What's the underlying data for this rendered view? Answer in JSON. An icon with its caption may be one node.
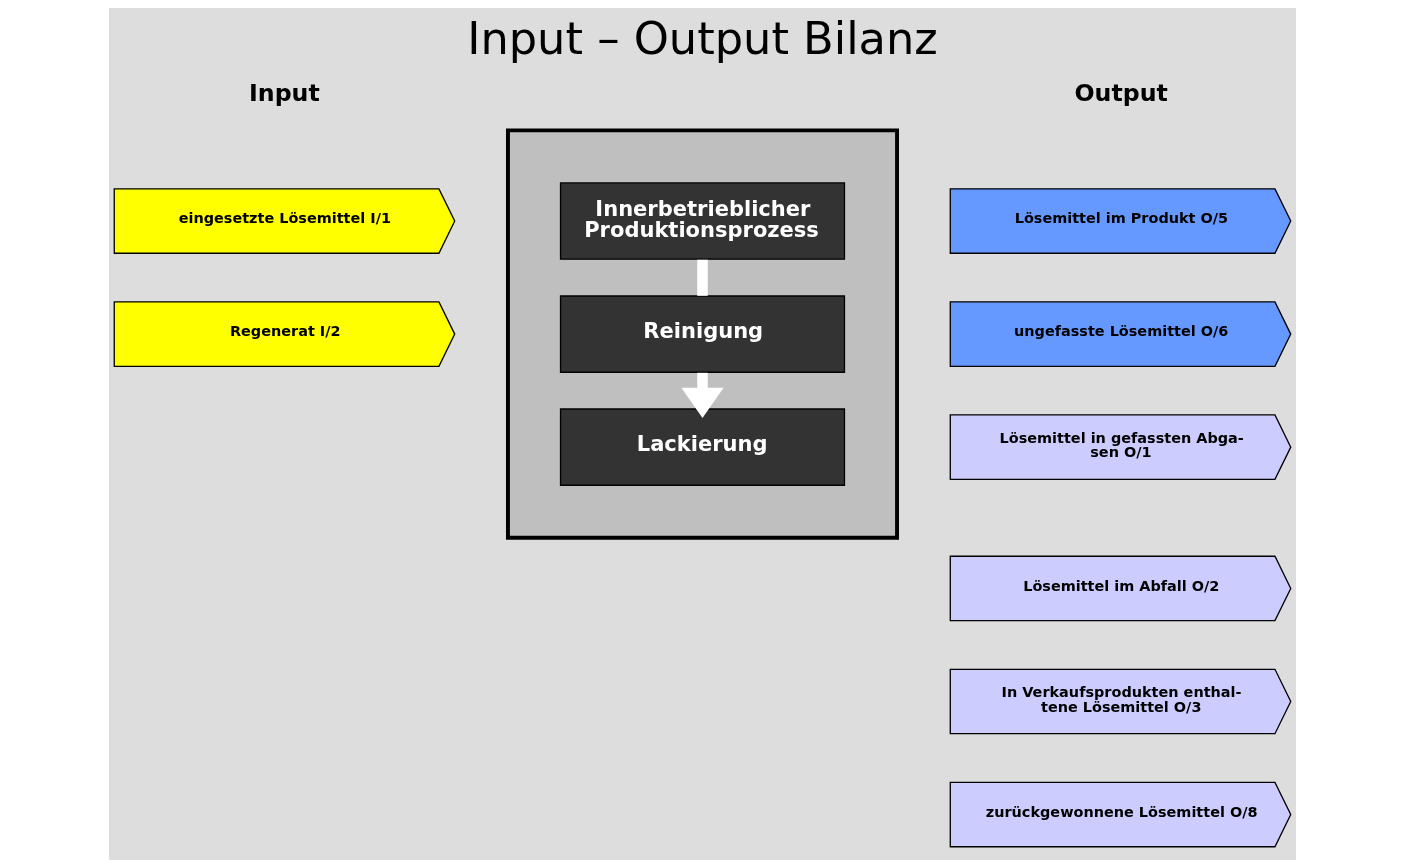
{
  "diagram": {
    "title": "Input – Output Bilanz",
    "nodes": [
      {
        "text": [],
        "shape": "box"
      },
      {
        "text": [
          "Innerbetrieblicher Produktionsprozess"
        ],
        "in": 0
      },
      {
        "text": [
          "Reinigung"
        ],
        "in": 0
      },
      {
        "text": [
          "Lackierung"
        ],
        "in": 0
      },
      {
        "text": [
          "eingesetzte Lösemittel I/1"
        ]
      },
      {
        "text": [
          "Regenerat I/2"
        ]
      },
      {
        "text": [
          "Lösemittel im Produkt O/5"
        ]
      },
      {
        "text": [
          "ungefasste Lösemittel O/6"
        ]
      },
      {
        "text": [
          "Lösemittel in gefassten Abga- sen O/1"
        ]
      },
      {
        "text": [
          "Lösemittel im Abfall O/2"
        ]
      },
      {
        "text": [
          "In Verkaufsprodukten enthal- tene Lösemittel O/3"
        ]
      },
      {
        "text": [
          "zurückgewonnene Lösemittel O/8"
        ]
      }
    ],
    "edges": [
      {
        "from": 1,
        "to": 2,
        "arrow": "none"
      },
      {
        "from": 2,
        "to": 3,
        "arrow": "to"
      }
    ],
    "labels": [
      "Input",
      "Output"
    ]
  }
}
